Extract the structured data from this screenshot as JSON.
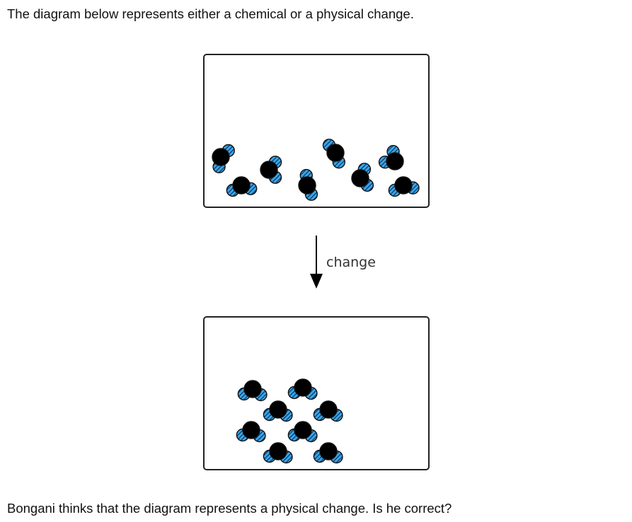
{
  "intro_text": "The diagram below represents either a chemical or a physical change.",
  "question_text": "Bongani thinks that the diagram represents a physical change. Is he correct?",
  "diagram": {
    "arrow_label": "change",
    "colors": {
      "small_atom_fill": "#3aa6e8",
      "small_atom_stripe": "#0d3a6b",
      "large_atom_fill": "#000000",
      "box_border": "#222222"
    },
    "before_panel": {
      "molecule_count": 8,
      "molecule_type": "one black atom bonded to two striped blue atoms",
      "arrangement": "scattered"
    },
    "after_panel": {
      "molecule_count": 8,
      "molecule_type": "one black atom bonded to two striped blue atoms",
      "arrangement": "closely packed"
    }
  }
}
